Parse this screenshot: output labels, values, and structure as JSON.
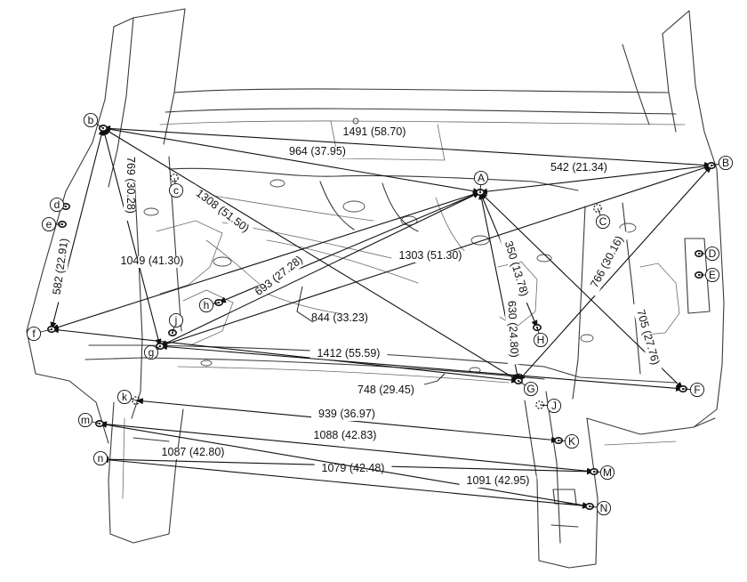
{
  "points": [
    {
      "id": "A",
      "label": "A",
      "visible": true
    },
    {
      "id": "B",
      "label": "B",
      "visible": true
    },
    {
      "id": "C",
      "label": "C",
      "visible": false
    },
    {
      "id": "D",
      "label": "D",
      "visible": true
    },
    {
      "id": "E",
      "label": "E",
      "visible": true
    },
    {
      "id": "F",
      "label": "F",
      "visible": true
    },
    {
      "id": "G",
      "label": "G",
      "visible": true
    },
    {
      "id": "H",
      "label": "H",
      "visible": true
    },
    {
      "id": "J",
      "label": "J",
      "visible": false
    },
    {
      "id": "K",
      "label": "K",
      "visible": true
    },
    {
      "id": "M",
      "label": "M",
      "visible": true
    },
    {
      "id": "N",
      "label": "N",
      "visible": true
    },
    {
      "id": "b",
      "label": "b",
      "visible": true
    },
    {
      "id": "c",
      "label": "c",
      "visible": false
    },
    {
      "id": "d",
      "label": "d",
      "visible": true
    },
    {
      "id": "e",
      "label": "e",
      "visible": true
    },
    {
      "id": "f",
      "label": "f",
      "visible": true
    },
    {
      "id": "g",
      "label": "g",
      "visible": true
    },
    {
      "id": "h",
      "label": "h",
      "visible": true
    },
    {
      "id": "j",
      "label": "j",
      "visible": true
    },
    {
      "id": "k",
      "label": "k",
      "visible": false
    },
    {
      "id": "m",
      "label": "m",
      "visible": true
    },
    {
      "id": "n",
      "label": "n",
      "visible": true
    }
  ],
  "dimensions": [
    {
      "from": "b",
      "to": "B",
      "label": "1491 (58.70)"
    },
    {
      "from": "b",
      "to": "A",
      "label": "964 (37.95)"
    },
    {
      "from": "A",
      "to": "B",
      "label": "542 (21.34)"
    },
    {
      "from": "b",
      "to": "G",
      "label": "1308 (51.50)"
    },
    {
      "from": "b",
      "to": "g",
      "label": "769 (30.28)"
    },
    {
      "from": "b",
      "to": "f",
      "label": "582 (22.91)"
    },
    {
      "from": "f",
      "to": "A",
      "label": "1049 (41.30)"
    },
    {
      "from": "h",
      "to": "A",
      "label": "693 (27.28)"
    },
    {
      "from": "g",
      "to": "B",
      "label": "1303 (51.30)"
    },
    {
      "from": "g",
      "to": "A",
      "label": "844 (33.23)"
    },
    {
      "from": "A",
      "to": "H",
      "label": "350 (13.78)"
    },
    {
      "from": "A",
      "to": "G",
      "label": "630 (24.80)"
    },
    {
      "from": "G",
      "to": "B",
      "label": "766 (30.16)"
    },
    {
      "from": "A",
      "to": "F",
      "label": "705 (27.76)"
    },
    {
      "from": "f",
      "to": "G",
      "label": "1412 (55.59)"
    },
    {
      "from": "g",
      "to": "F",
      "label": "748 (29.45)"
    },
    {
      "from": "k",
      "to": "K",
      "label": "939 (36.97)"
    },
    {
      "from": "m",
      "to": "M",
      "label": "1088 (42.83)"
    },
    {
      "from": "n",
      "to": "M",
      "label": "1087 (42.80)"
    },
    {
      "from": "n",
      "to": "N",
      "label": "1079 (42.48)"
    },
    {
      "from": "m",
      "to": "N",
      "label": "1091 (42.95)"
    }
  ]
}
